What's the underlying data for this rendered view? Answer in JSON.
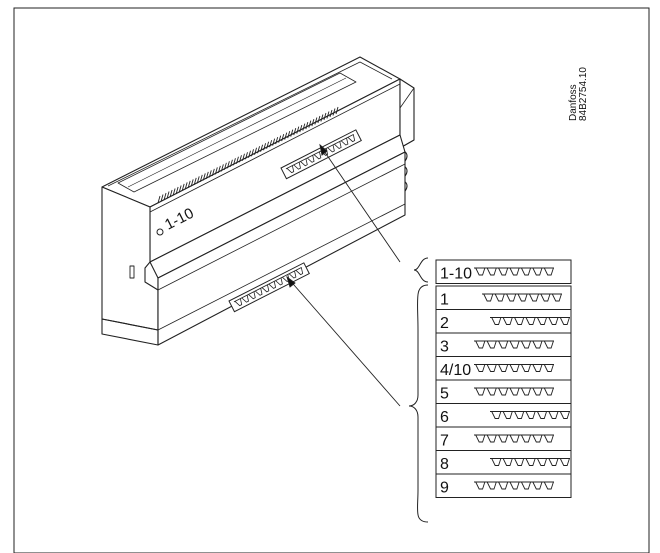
{
  "figure": {
    "device_label": "1-10",
    "brand": "Danfoss",
    "ref_code": "84B2754.10"
  },
  "dip_table": {
    "rows": [
      {
        "label": "1-10",
        "switches": "1111111",
        "offset": 0
      },
      {
        "label": "1",
        "switches": "1111111",
        "offset": 2
      },
      {
        "label": "2",
        "switches": "1111111",
        "offset": 4
      },
      {
        "label": "3",
        "switches": "1111111",
        "offset": 0
      },
      {
        "label": "4/10",
        "switches": "1111111",
        "offset": 0
      },
      {
        "label": "5",
        "switches": "1111111",
        "offset": 0
      },
      {
        "label": "6",
        "switches": "1111111",
        "offset": 4
      },
      {
        "label": "7",
        "switches": "1111111",
        "offset": 0
      },
      {
        "label": "8",
        "switches": "1111111",
        "offset": 4
      },
      {
        "label": "9",
        "switches": "1111111",
        "offset": 0
      }
    ]
  }
}
